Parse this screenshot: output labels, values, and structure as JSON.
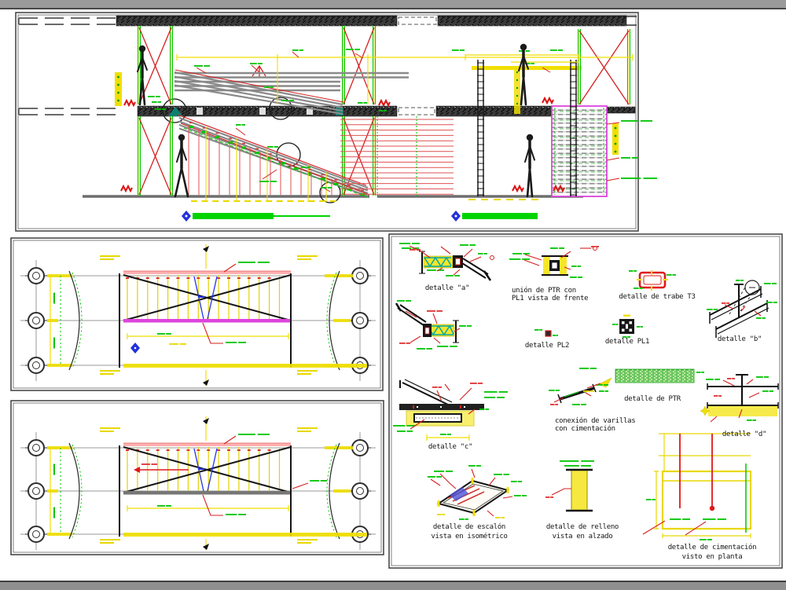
{
  "drawing": {
    "description": "CAD drawing of a steel staircase: elevation, two plan views and construction details",
    "panels": {
      "elevation": {
        "description": "stair and scaffold elevation view"
      },
      "plan_upper": {
        "description": "stair plan view (upper flight)"
      },
      "plan_lower": {
        "description": "stair plan view (lower flight)"
      },
      "details": {
        "captions": {
          "a": {
            "lines": [
              "detalle \"a\""
            ]
          },
          "union_ptr": {
            "lines": [
              "unión de PTR con",
              "PL1 vista de frente"
            ]
          },
          "trabe_t3": {
            "lines": [
              "detalle de trabe T3"
            ]
          },
          "b": {
            "lines": [
              "detalle \"b\""
            ]
          },
          "pl2": {
            "lines": [
              "detalle PL2"
            ]
          },
          "pl1": {
            "lines": [
              "detalle PL1"
            ]
          },
          "ptr": {
            "lines": [
              "detalle de PTR"
            ]
          },
          "varillas": {
            "lines": [
              "conexión de varillas",
              "con cimentación"
            ]
          },
          "c": {
            "lines": [
              "detalle \"c\""
            ]
          },
          "d": {
            "lines": [
              "detalle \"d\""
            ]
          },
          "escalon": {
            "lines": [
              "detalle de escalón",
              "vista en isométrico"
            ]
          },
          "relleno": {
            "lines": [
              "detalle de relleno",
              "vista en alzado"
            ]
          },
          "cimentacion": {
            "lines": [
              "detalle de cimentación",
              "visto en planta"
            ]
          }
        }
      }
    },
    "palette": {
      "dimension_yellow": "#f0df00",
      "annotation_green": "#00c400",
      "structure_red": "#d42020",
      "hatch_red": "#e05050",
      "magenta": "#dd44dd",
      "detail_blue": "#2233ee",
      "teal": "#0e8070",
      "beam_dark": "#3b3b3b",
      "paper_white": "#ffffff",
      "frame_gray": "#9a9a9a"
    }
  }
}
